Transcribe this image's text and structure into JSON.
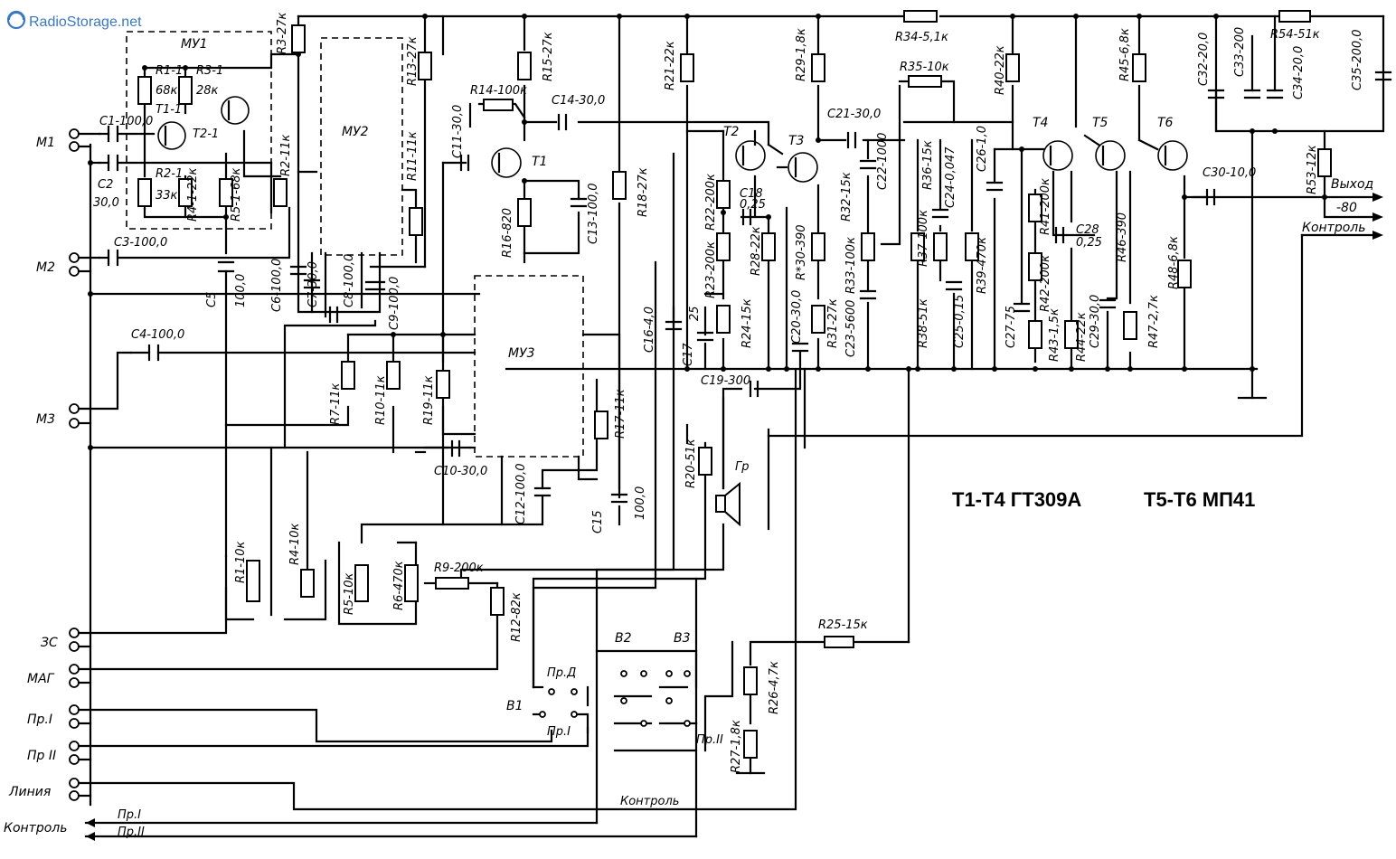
{
  "watermark": {
    "text": "RadioStorage.net"
  },
  "title_line": {
    "t1_t4": "Т1-Т4  ГТ309А",
    "t5_t6": "Т5-Т6  МП41"
  },
  "inputs": {
    "m1": "М1",
    "m2": "М2",
    "m3": "М3",
    "zs": "ЗС",
    "mag": "МАГ",
    "pr1": "Пр.I",
    "pr2": "Пр II",
    "line": "Линия",
    "control": "Контроль"
  },
  "outputs": {
    "out": "Выход",
    "out_value": "-80",
    "control": "Контроль"
  },
  "modules": {
    "mu1": "МУ1",
    "mu2": "МУ2",
    "mu3": "МУ3"
  },
  "transistors": {
    "t1_1": "T1-1",
    "t2_1": "T2-1",
    "t1": "T1",
    "t2": "T2",
    "t3": "T3",
    "t4": "T4",
    "t5": "T5",
    "t6": "T6"
  },
  "labels": {
    "c1": "С1-100,0",
    "c2": "С2",
    "c2v": "30,0",
    "c3": "С3-100,0",
    "c4": "С4-100,0",
    "c5": "С5",
    "c5v": "100,0",
    "c6": "С6-100,0",
    "c7": "С7-30,0",
    "c8": "С8-100,0",
    "c9": "С9-100,0",
    "c10": "С10-30,0",
    "c11": "С11-30,0",
    "c12": "С12-100,0",
    "c13": "С13-100,0",
    "c14": "С14-30,0",
    "c15": "С15",
    "c15v": "100,0",
    "c16": "С16-4,0",
    "c17": "С17",
    "c17v": "25",
    "c18": "С18",
    "c18v": "0,25",
    "c19": "С19-300",
    "c20": "С20-30,0",
    "c21": "С21-30,0",
    "c22": "С22-1000",
    "c23": "С23-5600",
    "c24": "С24-0,047",
    "c25": "С25-0,15",
    "c26": "С26-1,0",
    "c27": "С27-75",
    "c28": "С28",
    "c28v": "0,25",
    "c29": "С29-30,0",
    "c30": "С30-10,0",
    "c32": "С32-20,0",
    "c33": "С33-200",
    "c34": "С34-20,0",
    "c35": "С35-200,0",
    "r1_1": "R1-1",
    "r1_1v": "68к",
    "r2_1": "R2-1",
    "r2_1v": "33к",
    "r3_1": "R3-1",
    "r3_1v": "28к",
    "r4_1": "R4-1-22к",
    "r5_1": "R5-1-68к",
    "r1": "R1-10к",
    "r2": "R2-11к",
    "r3": "R3-27к",
    "r4": "R4-10к",
    "r5": "R5-10к",
    "r6": "R6-470к",
    "r7": "R7-11к",
    "r9": "R9-200к",
    "r10": "R10-11к",
    "r11": "R11-11к",
    "r12": "R12-82к",
    "r13": "R13-27к",
    "r14": "R14-100к",
    "r15": "R15-27к",
    "r16": "R16-820",
    "r17": "R17-11к",
    "r18": "R18-27к",
    "r19": "R19-11к",
    "r20": "R20-51к",
    "r21": "R21-22к",
    "r22": "R22-200к",
    "r23": "R23-200к",
    "r24": "R24-15к",
    "r25": "R25-15к",
    "r26": "R26-4,7к",
    "r27": "R27-1,8к",
    "r28": "R28-22к",
    "r29": "R29-1,8к",
    "r30": "R*30-390",
    "r31": "R31-27к",
    "r32": "R32-15к",
    "r33": "R33-100к",
    "r34": "R34-5,1к",
    "r35": "R35-10к",
    "r36": "R36-15к",
    "r37": "R37-100к",
    "r38": "R38-51к",
    "r39": "R39-470к",
    "r40": "R40-22к",
    "r41": "R41-200к",
    "r42": "R42-200к",
    "r43": "R43-1,5к",
    "r44": "R44-22к",
    "r45": "R45-6,8к",
    "r46": "R46-390",
    "r47": "R47-2,7к",
    "r48": "R48-6,8к",
    "r53": "R53-12к",
    "r54": "R54-51к",
    "spk": "Гр",
    "v1": "В1",
    "v2": "В2",
    "v3": "В3",
    "prI": "Пр.I",
    "prII": "Пр.II",
    "pr_d": "Пр.Д",
    "pr_l": "Пр.I"
  },
  "icons": {
    "logo": "radiostorage-logo-icon",
    "spk": "speaker-icon"
  }
}
